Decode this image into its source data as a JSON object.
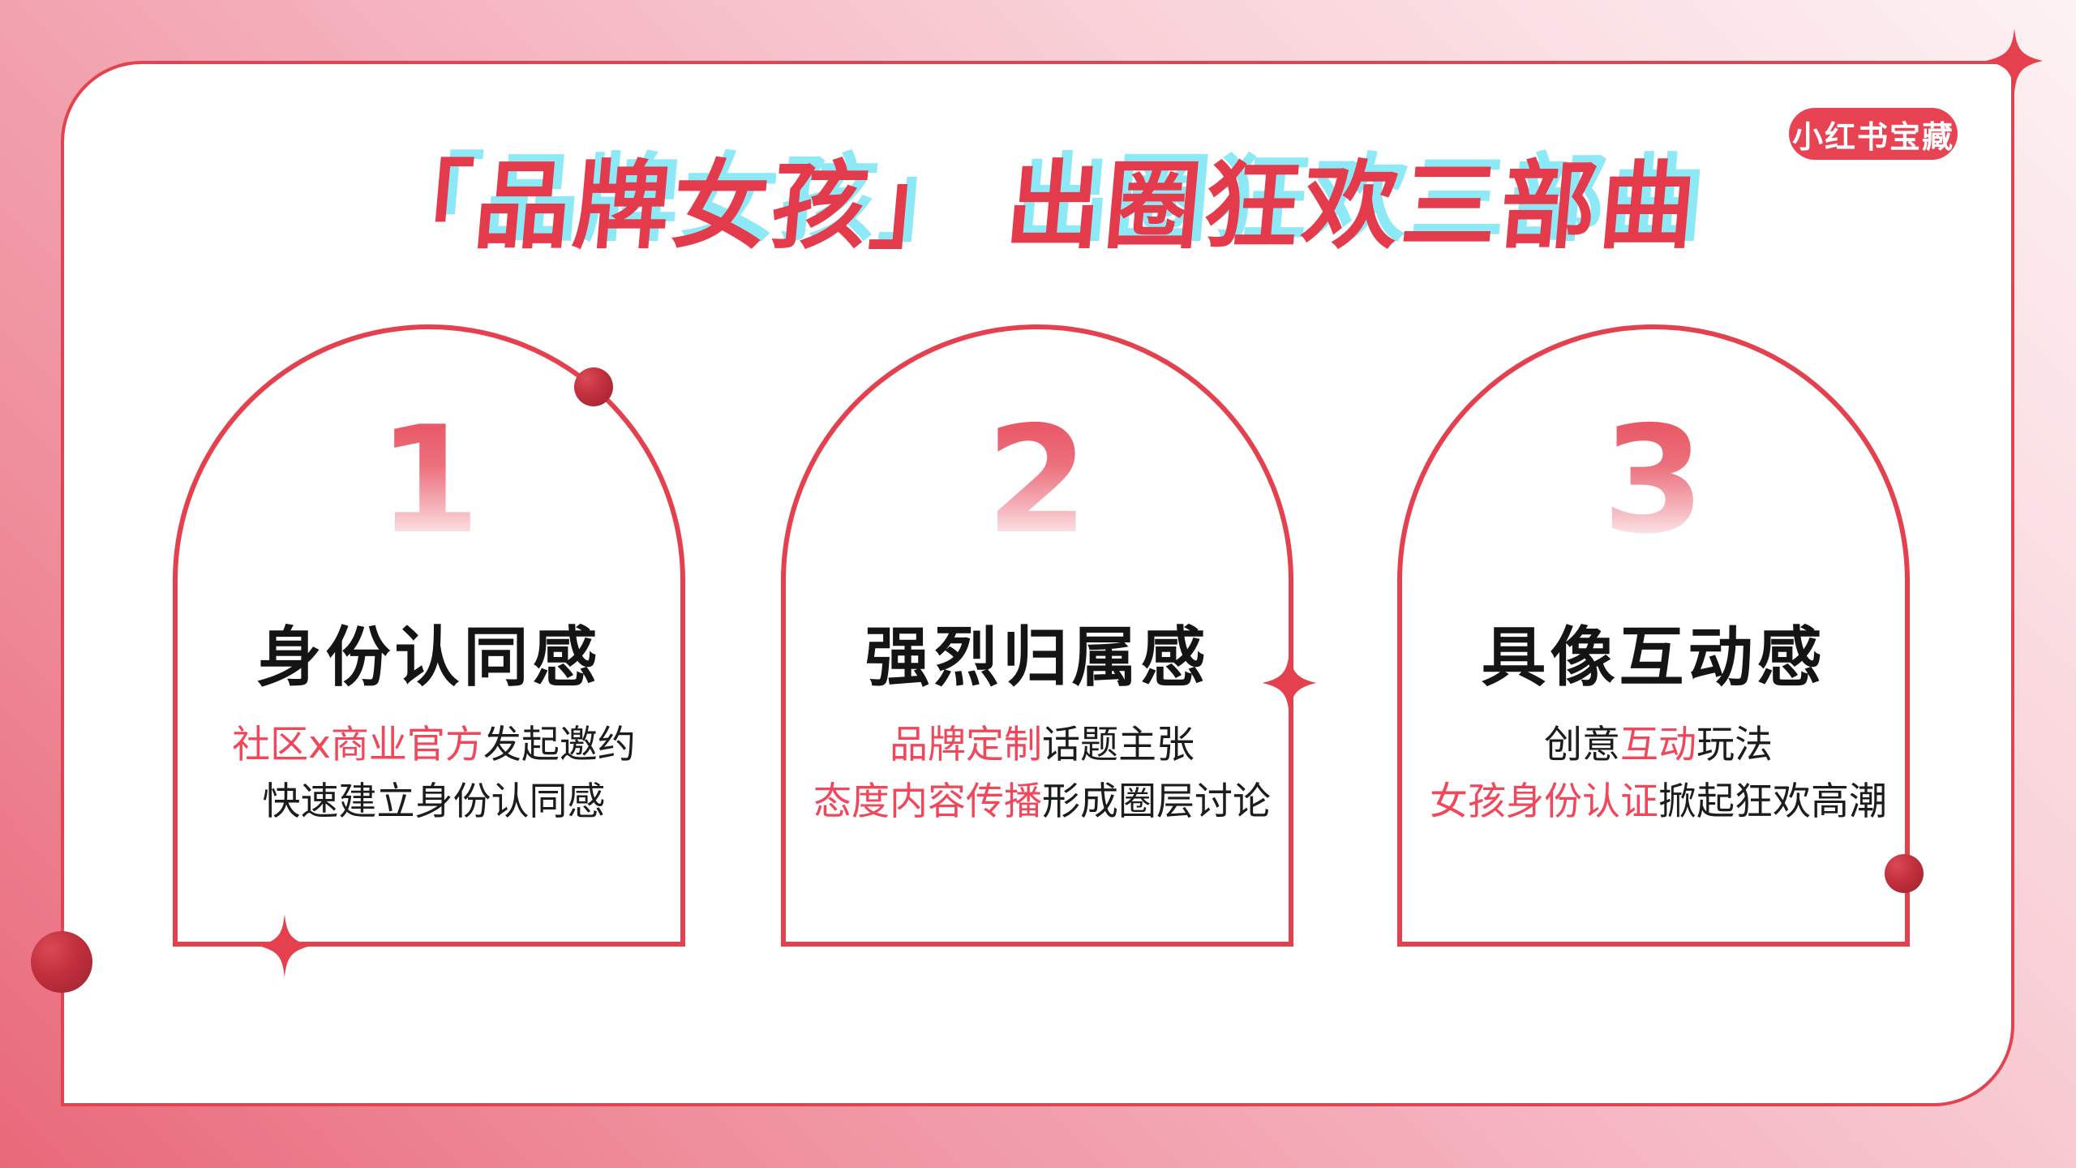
{
  "page": {
    "background_top_right": "#fdf2f3",
    "background_bottom_left": "#e8697a",
    "card_bg": "#ffffff",
    "card_border_color": "#e2434f"
  },
  "title": {
    "text": "「品牌女孩」 出圈狂欢三部曲",
    "color": "#e43b4c",
    "shadow_color": "#8ee9f7"
  },
  "badge": {
    "label": "小红书宝藏",
    "bg": "#e84352",
    "text_color": "#ffffff"
  },
  "colors": {
    "accent_red": "#e5404e",
    "body_red": "#f0475a",
    "body_black": "#1c1c1c",
    "number_gradient_top": "#e84f5e",
    "number_gradient_bottom": "#ffffff"
  },
  "cards": [
    {
      "number": "1",
      "heading": "身份认同感",
      "line1_part1": "社区x商业官方",
      "line1_part2": "发起邀约",
      "line2_part1": "快速建立身份认同感"
    },
    {
      "number": "2",
      "heading": "强烈归属感",
      "line1_part1": "品牌定制",
      "line1_part2": "话题主张",
      "line2_part1": "态度内容传播",
      "line2_part2": "形成圈层讨论"
    },
    {
      "number": "3",
      "heading": "具像互动感",
      "line1_part1": "创意",
      "line1_part2": "互动",
      "line1_part3": "玩法",
      "line2_part1": "女孩身份认证",
      "line2_part2": "掀起狂欢高潮"
    }
  ],
  "icons": {
    "sparkle": "four-pointed-star",
    "ball": "red-dot"
  }
}
